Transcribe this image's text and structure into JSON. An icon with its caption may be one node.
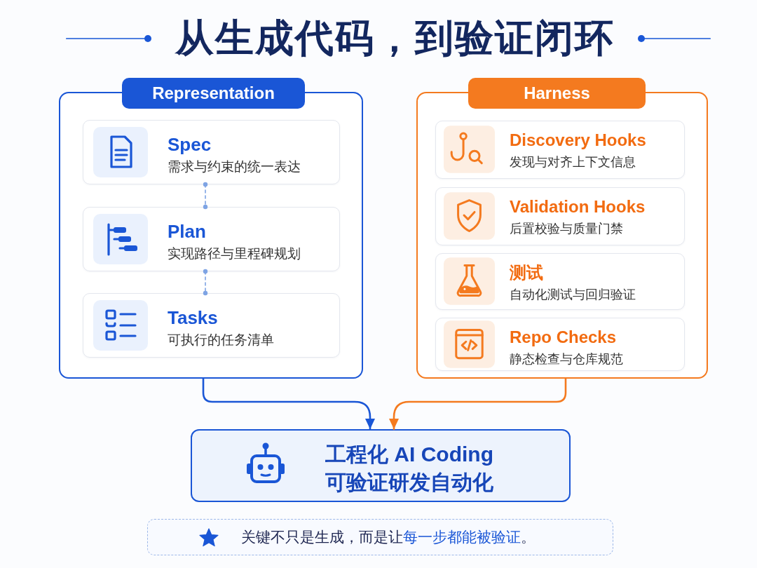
{
  "diagram": {
    "title": "从生成代码，到验证闭环",
    "nodes": [
      {
        "text": [
          "Representation"
        ]
      },
      {
        "text": [
          "Spec",
          "需求与约束的统一表达"
        ],
        "in": 0
      },
      {
        "text": [
          "Plan",
          "实现路径与里程碑规划"
        ],
        "in": 0
      },
      {
        "text": [
          "Tasks",
          "可执行的任务清单"
        ],
        "in": 0
      },
      {
        "text": [
          "Harness"
        ]
      },
      {
        "text": [
          "Discovery Hooks",
          "发现与对齐上下文信息"
        ],
        "in": 4
      },
      {
        "text": [
          "Validation Hooks",
          "后置校验与质量门禁"
        ],
        "in": 4
      },
      {
        "text": [
          "测试",
          "自动化测试与回归验证"
        ],
        "in": 4
      },
      {
        "text": [
          "Repo Checks",
          "静态检查与仓库规范"
        ],
        "in": 4
      },
      {
        "text": [
          "工程化 AI Coding",
          "可验证研发自动化"
        ]
      },
      {
        "text": [
          "关键不只是生成，而是让**每一步都能被验证**。"
        ]
      }
    ],
    "edges": [
      {
        "from": 1,
        "to": 2,
        "arrow": "other",
        "style": "dashed",
        "color": "#7ea4e4"
      },
      {
        "from": 2,
        "to": 3,
        "arrow": "other",
        "style": "dashed",
        "color": "#7ea4e4"
      },
      {
        "from": 0,
        "to": 9,
        "arrow": "to",
        "color": "#1a56d6"
      },
      {
        "from": 4,
        "to": 9,
        "arrow": "to",
        "color": "#f47a1f"
      }
    ]
  }
}
